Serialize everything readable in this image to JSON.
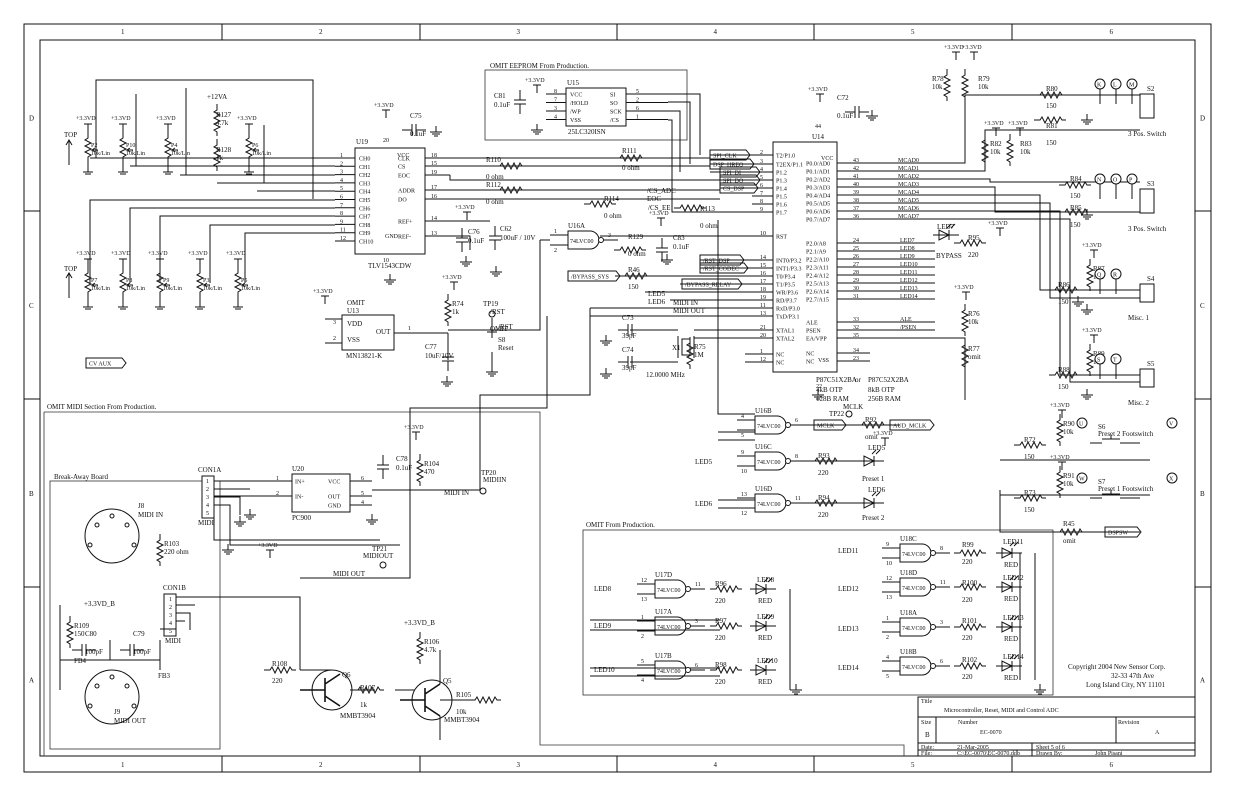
{
  "border": {
    "columns": [
      "1",
      "2",
      "3",
      "4",
      "5",
      "6"
    ],
    "rows": [
      "D",
      "C",
      "B",
      "A"
    ]
  },
  "sections": {
    "eeprom": "OMIT EEPROM From Production.",
    "midi": "OMIT MIDI Section From Production.",
    "breakaway": "Break-Away Board",
    "omit": "OMIT From Production."
  },
  "u19": {
    "ref": "U19",
    "part": "TLV1543CDW",
    "pins_left": [
      "CH0",
      "CH1",
      "CH2",
      "CH3",
      "CH4",
      "CH5",
      "CH6",
      "CH7",
      "CH8",
      "CH9",
      "CH10"
    ],
    "pins_left_num": [
      "1",
      "2",
      "3",
      "4",
      "5",
      "6",
      "7",
      "8",
      "9",
      "11",
      "12"
    ],
    "pins_right": [
      "CLK",
      "CS",
      "EOC",
      "ADDR",
      "DO",
      "REF+",
      "REF-"
    ],
    "pins_right_num": [
      "18",
      "15",
      "19",
      "17",
      "16",
      "14",
      "13"
    ],
    "vcc": "VCC",
    "gnd": "GND",
    "vcc_pin": "20",
    "gnd_pin": "10"
  },
  "u15": {
    "ref": "U15",
    "part": "25LC320ISN",
    "left": [
      "VCC",
      "/HOLD",
      "/WP",
      "VSS"
    ],
    "left_num": [
      "8",
      "7",
      "3",
      "4"
    ],
    "right": [
      "SI",
      "SO",
      "SCK",
      "/CS"
    ],
    "right_num": [
      "5",
      "2",
      "6",
      "1"
    ]
  },
  "u14": {
    "ref": "U14",
    "vcc": "VCC",
    "vss": "VSS",
    "pin44": "44",
    "pin22": "22",
    "left": [
      "T2/P1.0",
      "T2EX/P1.1",
      "P1.2",
      "P1.3",
      "P1.4",
      "P1.5",
      "P1.6",
      "P1.7",
      "RST",
      "INT0/P3.2",
      "INT1/P3.3",
      "T0/P3.4",
      "T1/P3.5",
      "WR/P3.6",
      "RD/P3.7",
      "RxD/P3.0",
      "TxD/P3.1",
      "XTAL1",
      "XTAL2",
      "NC",
      "NC"
    ],
    "left_num": [
      "2",
      "3",
      "4",
      "5",
      "6",
      "7",
      "8",
      "9",
      "10",
      "14",
      "15",
      "16",
      "17",
      "18",
      "19",
      "11",
      "13",
      "21",
      "20",
      "1",
      "12"
    ],
    "right": [
      "P0.0/AD0",
      "P0.1/AD1",
      "P0.2/AD2",
      "P0.3/AD3",
      "P0.4/AD4",
      "P0.5/AD5",
      "P0.6/AD6",
      "P0.7/AD7",
      "P2.0/A8",
      "P2.1/A9",
      "P2.2/A10",
      "P2.3/A11",
      "P2.4/A12",
      "P2.5/A13",
      "P2.6/A14",
      "P2.7/A15",
      "ALE",
      "PSEN",
      "EA/VPP",
      "NC",
      "NC"
    ],
    "right_num": [
      "43",
      "42",
      "41",
      "40",
      "39",
      "38",
      "37",
      "36",
      "24",
      "25",
      "26",
      "27",
      "28",
      "29",
      "30",
      "31",
      "33",
      "32",
      "35",
      "34",
      "23"
    ],
    "part1": "P87C51X2BA",
    "part1_b": "4kB OTP",
    "part1_c": "128B RAM",
    "or": "or",
    "part2": "P87C52X2BA",
    "part2_b": "8kB OTP",
    "part2_c": "256B RAM"
  },
  "nets": {
    "mcad": [
      "MCAD0",
      "MCAD1",
      "MCAD2",
      "MCAD3",
      "MCAD4",
      "MCAD5",
      "MCAD6",
      "MCAD7"
    ],
    "leds": [
      "LED7",
      "LED8",
      "LED9",
      "LED10",
      "LED11",
      "LED12",
      "LED13",
      "LED14"
    ],
    "ale": "ALE",
    "psen": "/PSEN",
    "spi": [
      "SPI_CLK",
      "DSP_HREQ",
      "SPI_DI",
      "SPI_DO",
      "CS_DSP"
    ],
    "rst_dsp": "/RST_DSP",
    "rst_codec": "/RST_CODEC",
    "bypass_sys": "/BYPASS_SYS",
    "bypass_relay": "/BYPASS_RELAY",
    "led5": "LED5",
    "led6": "LED6",
    "midi_in": "MIDI IN",
    "midi_out": "MIDI OUT",
    "cs_adc": "/CS_ADC",
    "eoc": "EOC",
    "cs_ee": "/CS_EE",
    "rst": "/RST",
    "cv_aux": "CV AUX",
    "mclk": "MCLK",
    "aud_mclk": "AUD_MCLK",
    "dspsw": "DSPSW",
    "midiin_tp": "MIDIIN",
    "midiout_tp": "MIDIOUT",
    "led5b": "LED5",
    "led6b": "LED6",
    "bypass": "BYPASS"
  },
  "pots_top": [
    {
      "ref": "P2",
      "val": "10k/Lin",
      "pwr": "+3.3VD"
    },
    {
      "ref": "P10",
      "val": "10k/Lin",
      "pwr": "+3.3VD"
    },
    {
      "ref": "P4",
      "val": "10k/Lin",
      "pwr": "+3.3VD"
    },
    {
      "ref": "P6",
      "val": "10k/Lin",
      "pwr": "+3.3VD"
    }
  ],
  "pots_bot": [
    {
      "ref": "P7",
      "val": "10k/Lin",
      "pwr": "+3.3VD"
    },
    {
      "ref": "P8",
      "val": "10k/Lin",
      "pwr": "+3.3VD"
    },
    {
      "ref": "P9",
      "val": "10k/Lin",
      "pwr": "+3.3VD"
    },
    {
      "ref": "P3",
      "val": "10k/Lin",
      "pwr": "+3.3VD"
    },
    {
      "ref": "P5",
      "val": "10k/Lin",
      "pwr": "+3.3VD"
    }
  ],
  "top_label": "TOP",
  "r127": {
    "ref": "R127",
    "val": "4.7k",
    "pwr": "+12VA"
  },
  "r128": {
    "ref": "R128",
    "val": "1k"
  },
  "caps": {
    "c75": {
      "ref": "C75",
      "val": "0.1uF"
    },
    "c81": {
      "ref": "C81",
      "val": "0.1uF"
    },
    "c76": {
      "ref": "C76",
      "val": "0.1uF"
    },
    "c62": {
      "ref": "C62",
      "val": "100uF / 10V"
    },
    "c72": {
      "ref": "C72",
      "val": "0.1uF"
    },
    "c83": {
      "ref": "C83",
      "val": "0.1uF"
    },
    "c73": {
      "ref": "C73",
      "val": "39pF"
    },
    "c74": {
      "ref": "C74",
      "val": "39pF"
    },
    "c77": {
      "ref": "C77",
      "val": "10uF/10V"
    },
    "c78": {
      "ref": "C78",
      "val": "0.1uF"
    },
    "c80": {
      "ref": "C80",
      "val": "100pF"
    },
    "c79": {
      "ref": "C79",
      "val": "100pF"
    }
  },
  "res": {
    "r110": {
      "ref": "R110",
      "val": "0 ohm"
    },
    "r111": {
      "ref": "R111",
      "val": "0 ohm"
    },
    "r112": {
      "ref": "R112",
      "val": "0 ohm"
    },
    "r114": {
      "ref": "R114",
      "val": "0 ohm"
    },
    "r113": {
      "ref": "R113",
      "val": "0 ohm"
    },
    "r129": {
      "ref": "R129",
      "val": "0 ohm"
    },
    "r46": {
      "ref": "R46",
      "val": "150"
    },
    "r74": {
      "ref": "R74",
      "val": "1k"
    },
    "r75": {
      "ref": "R75",
      "val": "1M"
    },
    "r95": {
      "ref": "R95",
      "val": "220"
    },
    "r76": {
      "ref": "R76",
      "val": "10k"
    },
    "r77": {
      "ref": "R77",
      "val": "omit"
    },
    "r92": {
      "ref": "R92",
      "val": "omit"
    },
    "r93": {
      "ref": "R93",
      "val": "220"
    },
    "r94": {
      "ref": "R94",
      "val": "220"
    },
    "r104": {
      "ref": "R104",
      "val": "470"
    },
    "r103": {
      "ref": "R103",
      "val": "220 ohm"
    },
    "r109": {
      "ref": "R109",
      "val": "150"
    },
    "r106": {
      "ref": "R106",
      "val": "4.7k"
    },
    "r108": {
      "ref": "R108",
      "val": "220"
    },
    "r107": {
      "ref": "R107",
      "val": "1k"
    },
    "r105": {
      "ref": "R105",
      "val": "10k"
    },
    "r45": {
      "ref": "R45",
      "val": "omit"
    },
    "r78": {
      "ref": "R78",
      "val": "10k"
    },
    "r79": {
      "ref": "R79",
      "val": "10k"
    },
    "r80": {
      "ref": "R80",
      "val": "150"
    },
    "r81": {
      "ref": "R81",
      "val": "150"
    },
    "r82": {
      "ref": "R82",
      "val": "10k"
    },
    "r83": {
      "ref": "R83",
      "val": "10k"
    },
    "r84": {
      "ref": "R84",
      "val": "150"
    },
    "r85": {
      "ref": "R85",
      "val": "150"
    },
    "r87": {
      "ref": "R87",
      "val": "10k"
    },
    "r86": {
      "ref": "R86",
      "val": "150"
    },
    "r89": {
      "ref": "R89",
      "val": "10k"
    },
    "r88": {
      "ref": "R88",
      "val": "150"
    },
    "r90": {
      "ref": "R90",
      "val": "10k"
    },
    "r72": {
      "ref": "R72",
      "val": "150"
    },
    "r91": {
      "ref": "R91",
      "val": "10k"
    },
    "r73": {
      "ref": "R73",
      "val": "150"
    },
    "r96": {
      "ref": "R96",
      "val": "220"
    },
    "r97": {
      "ref": "R97",
      "val": "220"
    },
    "r98": {
      "ref": "R98",
      "val": "220"
    },
    "r99": {
      "ref": "R99",
      "val": "220"
    },
    "r100": {
      "ref": "R100",
      "val": "220"
    },
    "r101": {
      "ref": "R101",
      "val": "220"
    },
    "r102": {
      "ref": "R102",
      "val": "220"
    }
  },
  "pwr": {
    "v33": "+3.3VD",
    "v33b": "+3.3VD_B"
  },
  "gates": {
    "u16a": {
      "ref": "U16A",
      "part": "74LVC00",
      "p": [
        "1",
        "2",
        "3"
      ]
    },
    "u16b": {
      "ref": "U16B",
      "part": "74LVC00",
      "p": [
        "4",
        "5",
        "6"
      ]
    },
    "u16c": {
      "ref": "U16C",
      "part": "74LVC00",
      "p": [
        "9",
        "10",
        "8"
      ]
    },
    "u16d": {
      "ref": "U16D",
      "part": "74LVC00",
      "p": [
        "13",
        "12",
        "11"
      ]
    },
    "u17d": {
      "ref": "U17D",
      "part": "74LVC00",
      "p": [
        "12",
        "13",
        "11"
      ]
    },
    "u17a": {
      "ref": "U17A",
      "part": "74LVC00",
      "p": [
        "1",
        "2",
        "3"
      ]
    },
    "u17b": {
      "ref": "U17B",
      "part": "74LVC00",
      "p": [
        "5",
        "4",
        "6"
      ]
    },
    "u18c": {
      "ref": "U18C",
      "part": "74LVC00",
      "p": [
        "9",
        "10",
        "8"
      ]
    },
    "u18d": {
      "ref": "U18D",
      "part": "74LVC00",
      "p": [
        "12",
        "13",
        "11"
      ]
    },
    "u18a": {
      "ref": "U18A",
      "part": "74LVC00",
      "p": [
        "1",
        "2",
        "3"
      ]
    },
    "u18b": {
      "ref": "U18B",
      "part": "74LVC00",
      "p": [
        "4",
        "5",
        "6"
      ]
    }
  },
  "u13": {
    "ref": "U13",
    "part": "MN13821-K",
    "vdd": "VDD",
    "vss": "VSS",
    "out": "OUT",
    "omit": "OMIT",
    "p3": "3",
    "p2": "2",
    "p1": "1"
  },
  "u20": {
    "ref": "U20",
    "part": "PC900",
    "pins": [
      "IN+",
      "IN-",
      "VCC",
      "OUT",
      "GND"
    ],
    "nums": [
      "1",
      "2",
      "6",
      "5",
      "4"
    ]
  },
  "con1a": {
    "ref": "CON1A",
    "label": "MIDI",
    "pins": [
      "1",
      "2",
      "3",
      "4",
      "5"
    ]
  },
  "con1b": {
    "ref": "CON1B",
    "label": "MIDI",
    "pins": [
      "1",
      "2",
      "3",
      "4",
      "5"
    ]
  },
  "x1": {
    "ref": "X1",
    "val": "12.0000 MHz"
  },
  "tp": {
    "tp19": "TP19",
    "tp22": "TP22",
    "tp20": "TP20",
    "tp21": "TP21"
  },
  "s8": {
    "ref": "S8",
    "val": "Reset"
  },
  "switches": [
    {
      "ref": "S2",
      "val": "3 Pos. Switch",
      "a": "K",
      "b": "L",
      "c": "M"
    },
    {
      "ref": "S3",
      "val": "3 Pos. Switch",
      "a": "N",
      "b": "O",
      "c": "P"
    },
    {
      "ref": "S4",
      "val": "Misc. 1",
      "a": "Q",
      "b": "R"
    },
    {
      "ref": "S5",
      "val": "Misc. 2",
      "a": "S",
      "b": "T"
    }
  ],
  "s6": {
    "ref": "S6",
    "val": "Preset 2 Footswitch",
    "a": "U",
    "b": "V"
  },
  "s7": {
    "ref": "S7",
    "val": "Preset 1 Footswitch",
    "a": "W",
    "b": "X"
  },
  "leds_d": {
    "led7": "LED7",
    "led5": "LED5",
    "led6": "LED6",
    "preset1": "Preset 1",
    "preset2": "Preset 2",
    "red": "RED",
    "l8": "LED8",
    "l9": "LED9",
    "l10": "LED10",
    "l11": "LED11",
    "l12": "LED12",
    "l13": "LED13",
    "l14": "LED14"
  },
  "j8": {
    "ref": "J8",
    "val": "MIDI IN"
  },
  "j9": {
    "ref": "J9",
    "val": "MIDI OUT"
  },
  "q6": {
    "ref": "Q6",
    "part": "MMBT3904"
  },
  "q5": {
    "ref": "Q5",
    "part": "MMBT3904"
  },
  "fb": {
    "fb4": "FB4",
    "fb3": "FB3"
  },
  "omit_word": "OMIT",
  "copyright": [
    "Copyright 2004  New Sensor Corp.",
    "32-33 47th Ave",
    "Long Island City, NY 11101"
  ],
  "titleblock": {
    "title_lbl": "Title",
    "title": "Microcontroller, Reset, MIDI and Control ADC",
    "size_lbl": "Size",
    "size": "B",
    "number_lbl": "Number",
    "number": "EC-0070",
    "rev_lbl": "Revision",
    "rev": "A",
    "date_lbl": "Date:",
    "date": "21-Mar-2005",
    "sheet": "Sheet 5 of  6",
    "file_lbl": "File:",
    "file": "C:\\EC-0070\\EC-0070.ddb",
    "drawn_lbl": "Drawn By:",
    "drawn": "John Pisani"
  }
}
